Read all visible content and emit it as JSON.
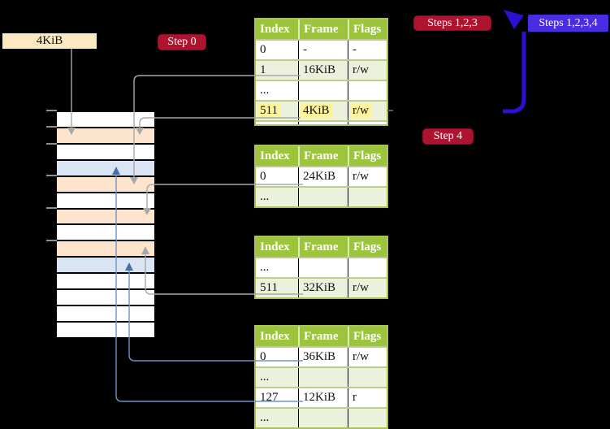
{
  "palette": {
    "background": "#000000",
    "frame_label_bg": "#fbe9c2",
    "step_badge_bg": "#ae132f",
    "alt_badge_bg": "#4c2ce2",
    "big_arrow": "#2b11cd",
    "connector_gray": "#a8a8a8",
    "connector_blue": "#6e93c7",
    "table_header_bg": "#9cc43c",
    "table_shaded_row": "#ecf1dd",
    "highlight_yellow": "#fdf39b",
    "peach": "#fde5cd",
    "blue": "#d9e5f5",
    "white": "#ffffff"
  },
  "labels": {
    "frame_size": "4KiB",
    "step0": "Step 0",
    "steps123": "Steps 1,2,3",
    "steps1234": "Steps 1,2,3,4",
    "step4": "Step 4"
  },
  "memory_column": {
    "description": "stack of 4KiB physical frames",
    "rows": [
      {
        "fill": "white"
      },
      {
        "fill": "peach"
      },
      {
        "fill": "white"
      },
      {
        "fill": "blue"
      },
      {
        "fill": "peach"
      },
      {
        "fill": "white"
      },
      {
        "fill": "peach"
      },
      {
        "fill": "white"
      },
      {
        "fill": "peach"
      },
      {
        "fill": "blue"
      },
      {
        "fill": "white"
      },
      {
        "fill": "white"
      },
      {
        "fill": "white"
      },
      {
        "fill": "white"
      }
    ],
    "tick_y": [
      135,
      155,
      176,
      215,
      255,
      295
    ]
  },
  "tables": [
    {
      "id": "t1",
      "name": "page-table-level-top",
      "headers": [
        "Index",
        "Frame",
        "Flags"
      ],
      "rows": [
        {
          "cells": [
            "0",
            "-",
            "-"
          ],
          "shade": false,
          "highlight": false
        },
        {
          "cells": [
            "1",
            "16KiB",
            "r/w"
          ],
          "shade": true,
          "highlight": false
        },
        {
          "cells": [
            "...",
            "",
            ""
          ],
          "shade": false,
          "highlight": false
        },
        {
          "cells": [
            "511",
            "4KiB",
            "r/w"
          ],
          "shade": true,
          "highlight": true
        },
        {
          "cells": [
            "",
            "",
            ""
          ],
          "shade": false,
          "highlight": false,
          "stub": true
        }
      ]
    },
    {
      "id": "t2",
      "name": "page-table-level-mid-a",
      "headers": [
        "Index",
        "Frame",
        "Flags"
      ],
      "rows": [
        {
          "cells": [
            "0",
            "24KiB",
            "r/w"
          ],
          "shade": false,
          "highlight": false
        },
        {
          "cells": [
            "...",
            "",
            ""
          ],
          "shade": true,
          "highlight": false
        }
      ]
    },
    {
      "id": "t3",
      "name": "page-table-level-mid-b",
      "headers": [
        "Index",
        "Frame",
        "Flags"
      ],
      "rows": [
        {
          "cells": [
            "...",
            "",
            ""
          ],
          "shade": false,
          "highlight": false
        },
        {
          "cells": [
            "511",
            "32KiB",
            "r/w"
          ],
          "shade": true,
          "highlight": false
        }
      ]
    },
    {
      "id": "t4",
      "name": "page-table-level-bottom",
      "headers": [
        "Index",
        "Frame",
        "Flags"
      ],
      "rows": [
        {
          "cells": [
            "0",
            "36KiB",
            "r/w"
          ],
          "shade": false,
          "highlight": false
        },
        {
          "cells": [
            "...",
            "",
            ""
          ],
          "shade": true,
          "highlight": false
        },
        {
          "cells": [
            "127",
            "12KiB",
            "r"
          ],
          "shade": false,
          "highlight": false
        },
        {
          "cells": [
            "...",
            "",
            ""
          ],
          "shade": true,
          "highlight": false
        }
      ]
    }
  ]
}
